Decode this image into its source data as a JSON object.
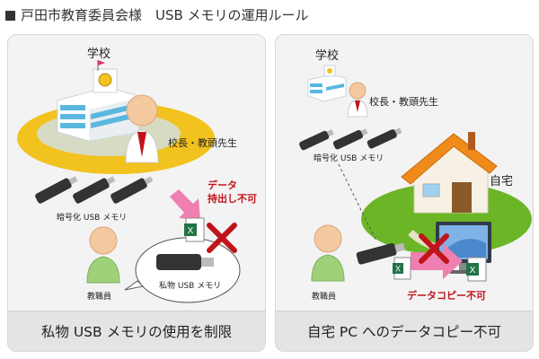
{
  "title": "戸田市教育委員会様　USB メモリの運用ルール",
  "left_panel": {
    "school_label": "学校",
    "principal_label": "校長・教頭先生",
    "usb_group_label": "暗号化 USB メモリ",
    "teacher_label": "教職員",
    "forbidden_label_line1": "データ",
    "forbidden_label_line2": "持出し不可",
    "bubble_label": "私物 USB メモリ",
    "footer": "私物 USB メモリの使用を制限"
  },
  "right_panel": {
    "school_label": "学校",
    "principal_label": "校長・教頭先生",
    "usb_group_label": "暗号化 USB メモリ",
    "home_label": "自宅",
    "teacher_label": "教職員",
    "forbidden_label": "データコピー不可",
    "footer": "自宅 PC へのデータコピー不可"
  },
  "colors": {
    "accent_red": "#c0141a",
    "lawn_green": "#6bb526",
    "school_yellow": "#f2c21e",
    "pink_arrow": "#ef7fb0",
    "roof_orange": "#f08a1a"
  },
  "icons": [
    "school-building-icon",
    "person-icon",
    "usb-drive-icon",
    "excel-file-icon",
    "cross-mark-icon",
    "house-icon",
    "monitor-icon",
    "arrow-icon"
  ]
}
